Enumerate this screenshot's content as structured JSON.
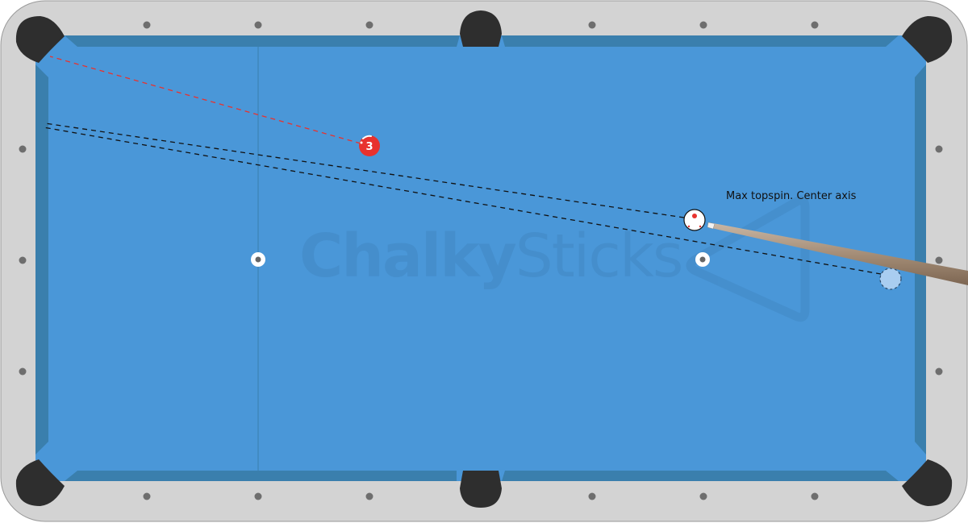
{
  "watermark": {
    "part1": "Chalky",
    "part2": "Sticks"
  },
  "annotation": {
    "text": "Max topspin. Center axis"
  },
  "balls": {
    "object_ball": {
      "number": "3",
      "color": "#e8322e"
    }
  },
  "colors": {
    "rail": "#d3d3d3",
    "cloth": "#4a97d8",
    "cushion": "#3a7fad",
    "pocket": "#2e2e2e",
    "aim_line": "#111111",
    "object_ball_path": "#e8322e",
    "ghost_ball": "#a9cdf0",
    "cue_stick": "#a48d77"
  },
  "icons": [
    "pocket-icon",
    "diamond-sight-icon",
    "spot-icon",
    "cue-stick-icon",
    "rack-triangle-icon"
  ]
}
